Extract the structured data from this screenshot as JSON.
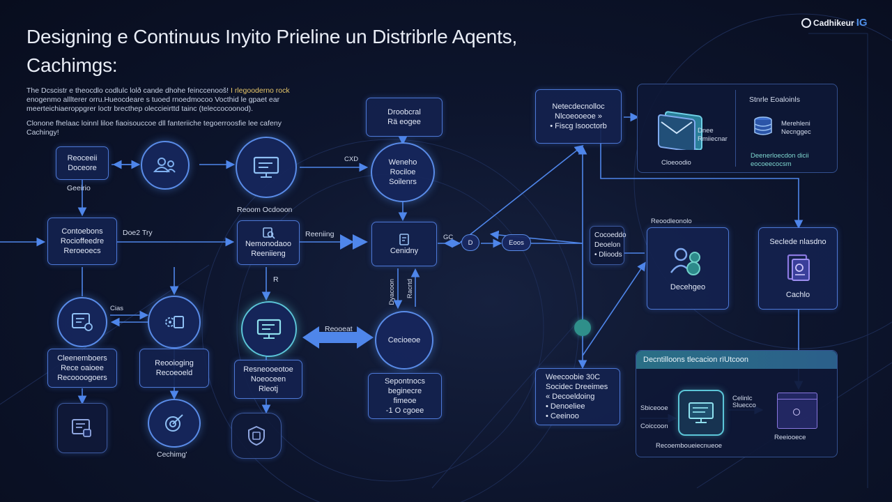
{
  "header": {
    "title_line1": "Designing e Continuus Inyito Prieline un Distribrle Aqents,",
    "title_line2": "Cachimgs:",
    "logo_text": "Cadhikeur",
    "logo_mark": "IG"
  },
  "intro": {
    "line1": "The Dcscistr e theocdlo codlulc lolð cande dhohe feinccenooš! ",
    "line1_hl": "I rlegooderno rock",
    "line2": "enogenmo alllterer orru.Hueocdeare s tuoed rnoedmocoo  Vocthid le gpaet ear",
    "line3": "meerteichiaeroppgrer loctr brecthep oleccieirttd  tainc (teleccocoonod).",
    "line4": "Clonone fhelaac loinnl liloe fiaoisouccoe dll fanteriiche tegoerroosfie lee cafeny",
    "line5": "Cachingy!"
  },
  "nodes": {
    "b1": [
      "Reoceeii",
      "Doceore"
    ],
    "b1_caption": "Geeirio",
    "b2": [
      "Contoebons",
      "Rocioffeedre",
      "Reroeoecs"
    ],
    "b2_tag": "Doe2 Try",
    "c_top2_caption": "Reoom Ocdooon",
    "b_mid": [
      "Nemonodaoo",
      "Reeniieng"
    ],
    "b_mid_left": "Reeniing",
    "b_mid_down": "R",
    "b_top": [
      "Droobcral",
      "Rä eogee"
    ],
    "c_top_right": [
      "Weneho",
      "Rociloe",
      "Soilenrs"
    ],
    "c_top_right_tag": "CXD",
    "b_cam": "Cenidny",
    "vert_lbl1": "Dyacoon",
    "vert_lbl2": "Racrtd",
    "pill1": "D",
    "pill2": "Eoos",
    "pill_left": "GC",
    "c_left_tag": "Cias",
    "b_left_low": [
      "Cleenemboers",
      "Rece oaioee",
      "Recoooogoers"
    ],
    "b_left_low2": [
      "Reooioging",
      "Recoeoeld"
    ],
    "c_center": [
      "Reooeat"
    ],
    "c_center_caption": [
      "Resneooeotoe",
      "Noeoceen",
      "Rleotj"
    ],
    "c_right_center": "Cecioeoe",
    "b_right_center": [
      "Sepontnocs",
      "beginecre",
      "fimeoe",
      "-1 O cgoee"
    ],
    "c_bottom_caption": "Cechimg'",
    "b_top_far": [
      "Netecdecnolloc",
      "Nlcoeooeoe »",
      "• Fiscg Isooctorb"
    ],
    "panel_top_title": "Stnrle Eoaloinls",
    "panel_top_left_label1": "Dnee",
    "panel_top_left_label2": "Rmiiecnar",
    "panel_top_left_caption": "Cloeoodio",
    "panel_top_right_lbl1": "Merehleni",
    "panel_top_right_lbl2": "Necnggec",
    "panel_top_right_note1": "Deenerloecdon dicii",
    "panel_top_right_note2": "eocoeecocsm",
    "left_mid_lbls": [
      "Cocoeddo",
      "Deoelon",
      "• Dlioods"
    ],
    "dee_caption_top": "Reoodleonolo",
    "dee_box": "Decehgeo",
    "cache_box_title": "Seclede nlasdno",
    "cache_box_label": "Cachlo",
    "b_bottom_mid": [
      "Weecoobie 30C",
      "Socidec Dreeimes",
      "«  Decoeldoing",
      "•  Denoeliee",
      "•  Ceeinoo"
    ],
    "panel_bot_title": "Decntilloons tlecacion rïUtcoon",
    "panel_bot_lbl1": "Sbiceooe",
    "panel_bot_lbl2": "Coiccoon",
    "panel_bot_caption": "Recoemboueiecnueoe",
    "panel_bot_right_top": [
      "Celinlc",
      "Sluecco"
    ],
    "panel_bot_right_caption": "Reeiooece"
  },
  "colors": {
    "accent_blue": "#4d78d6",
    "accent_teal": "#5cc6d8",
    "arrow": "#4f86ea",
    "highlight": "#e8c76a"
  }
}
